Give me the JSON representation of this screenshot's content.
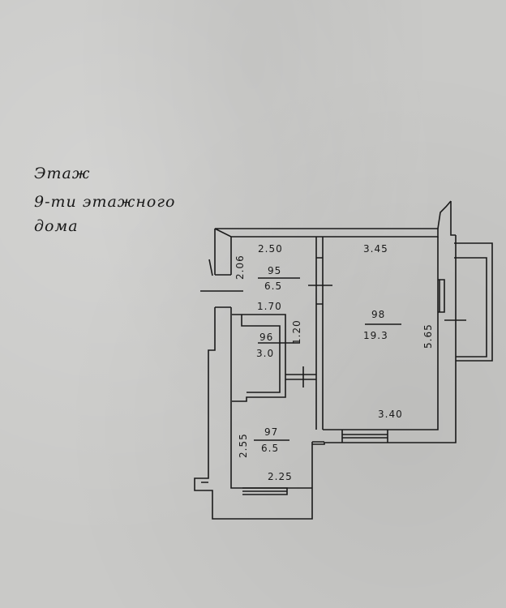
{
  "caption": {
    "line1": "Этаж",
    "line2": "9-ти этажного",
    "line3": "дома"
  },
  "rooms": [
    {
      "number": "95",
      "area": "6.5"
    },
    {
      "number": "96",
      "area": "3.0"
    },
    {
      "number": "97",
      "area": "6.5"
    },
    {
      "number": "98",
      "area": "19.3"
    }
  ],
  "dimensions": {
    "r95_width": "2.50",
    "r95_height": "2.06",
    "r96_width": "1.70",
    "r96_height": "1.20",
    "r98_top": "3.45",
    "r98_side": "5.65",
    "r98_bottom": "3.40",
    "r97_height": "2.55",
    "r97_width": "2.25"
  }
}
